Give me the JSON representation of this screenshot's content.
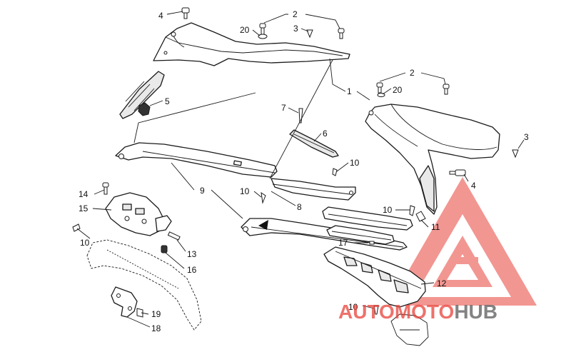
{
  "callouts": {
    "c1": "1",
    "c2a": "2",
    "c2b": "2",
    "c3a": "3",
    "c3b": "3",
    "c4a": "4",
    "c4b": "4",
    "c5": "5",
    "c6": "6",
    "c7": "7",
    "c8": "8",
    "c9": "9",
    "c10a": "10",
    "c10b": "10",
    "c10c": "10",
    "c10d": "10",
    "c10e": "10",
    "c11": "11",
    "c12": "12",
    "c13": "13",
    "c14": "14",
    "c15": "15",
    "c16": "16",
    "c17": "17",
    "c18": "18",
    "c19": "19",
    "c20a": "20",
    "c20b": "20"
  },
  "watermark": {
    "part1": "AUTO",
    "part2": "MOTO",
    "part3": "HUB",
    "color_red": "#e8413a",
    "color_gray": "#6d6d6d"
  }
}
